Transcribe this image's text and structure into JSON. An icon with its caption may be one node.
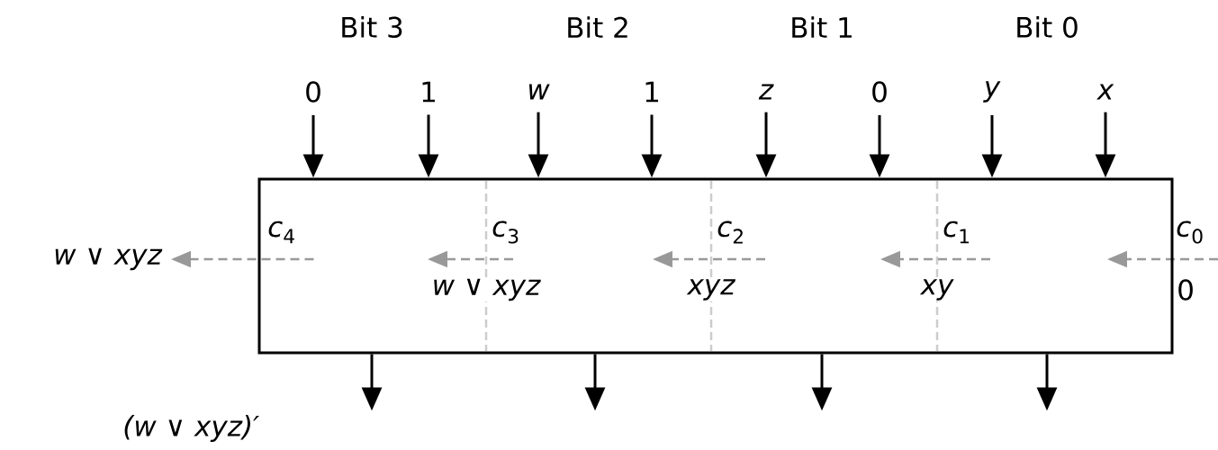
{
  "diagram": {
    "nodes": [
      {
        "text": [],
        "shape": "box"
      },
      {
        "text": [
          "0"
        ]
      },
      {
        "text": [
          "1"
        ]
      },
      {
        "text": [
          "w"
        ]
      },
      {
        "text": [
          "1"
        ]
      },
      {
        "text": [
          "z"
        ]
      },
      {
        "text": [
          "0"
        ]
      },
      {
        "text": [
          "y"
        ]
      },
      {
        "text": [
          "x"
        ]
      },
      {
        "text": [
          "w ∨ xyz"
        ]
      }
    ],
    "edges": [
      {
        "from": 1,
        "to": 0,
        "arrow": "to"
      },
      {
        "from": 2,
        "to": 0,
        "arrow": "to"
      },
      {
        "from": 3,
        "to": 0,
        "arrow": "to"
      },
      {
        "from": 4,
        "to": 0,
        "arrow": "to"
      },
      {
        "from": 5,
        "to": 0,
        "arrow": "to"
      },
      {
        "from": 6,
        "to": 0,
        "arrow": "to"
      },
      {
        "from": 7,
        "to": 0,
        "arrow": "to"
      },
      {
        "from": 8,
        "to": 0,
        "arrow": "to"
      },
      {
        "from": 0,
        "to": 9,
        "arrow": "to",
        "style": "dashed",
        "color": "#999999"
      },
      {
        "from": 0,
        "to": null,
        "arrow": "to"
      },
      {
        "from": 0,
        "to": null,
        "arrow": "to"
      },
      {
        "from": 0,
        "to": null,
        "arrow": "to"
      },
      {
        "from": 0,
        "to": null,
        "arrow": "to"
      }
    ],
    "labels": [
      "Bit 3",
      "Bit 2",
      "Bit 1",
      "Bit 0",
      "*c*$_{4}$",
      "*c*$_{3}$",
      "*c*$_{2}$",
      "*c*$_{1}$",
      "*c*$_{0}$",
      "w ∨ xyz",
      "xyz",
      "xy",
      "0",
      "(w ∨ xyz)′"
    ]
  }
}
